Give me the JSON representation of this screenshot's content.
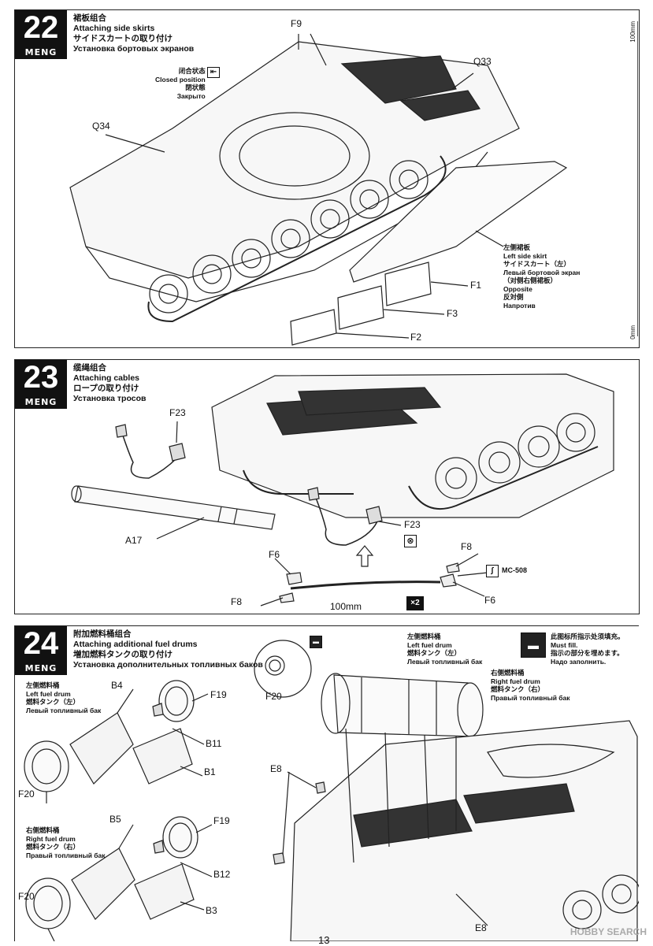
{
  "step22": {
    "number": "22",
    "brand": "MENG",
    "title_cn": "裙板组合",
    "title_en": "Attaching side skirts",
    "title_jp": "サイドスカートの取り付け",
    "title_ru": "Установка бортовых экранов",
    "closed_cn": "闭合状态",
    "closed_en": "Closed position",
    "closed_jp": "閉状態",
    "closed_ru": "Закрыто",
    "skirt_cn": "左侧裙板",
    "skirt_en": "Left side skirt",
    "skirt_jp": "サイドスカート（左）",
    "skirt_ru": "Левый бортовой экран",
    "opp_cn": "（对侧右侧裙板）",
    "opp_en": "Opposite",
    "opp_jp": "反対側",
    "opp_ru": "Напротив",
    "parts": {
      "f9": "F9",
      "q33": "Q33",
      "q34": "Q34",
      "f1": "F1",
      "f3": "F3",
      "f2": "F2"
    },
    "ruler_top": "100mm",
    "ruler_bottom": "0mm"
  },
  "step23": {
    "number": "23",
    "brand": "MENG",
    "title_cn": "缆绳组合",
    "title_en": "Attaching cables",
    "title_jp": "ロープの取り付け",
    "title_ru": "Установка тросов",
    "parts": {
      "f23a": "F23",
      "f23b": "F23",
      "a17": "A17",
      "f6a": "F6",
      "f6b": "F6",
      "f8a": "F8",
      "f8b": "F8"
    },
    "length": "100mm",
    "qty": "×2",
    "cable": "MC-508"
  },
  "step24": {
    "number": "24",
    "brand": "MENG",
    "title_cn": "附加燃料桶组合",
    "title_en": "Attaching additional fuel drums",
    "title_jp": "増加燃料タンクの取り付け",
    "title_ru": "Установка дополнительных топливных баков",
    "left_cn": "左侧燃料桶",
    "left_en": "Left fuel drum",
    "left_jp": "燃料タンク（左）",
    "left_ru": "Левый топливный бак",
    "right_cn": "右侧燃料桶",
    "right_en": "Right fuel drum",
    "right_jp": "燃料タンク（右）",
    "right_ru": "Правый топливный бак",
    "fill_cn": "此图标所指示处须填充。",
    "fill_en": "Must fill.",
    "fill_jp": "指示の部分を埋めます。",
    "fill_ru": "Надо заполнить.",
    "parts": {
      "b4": "B4",
      "f19a": "F19",
      "b11": "B11",
      "b1": "B1",
      "f20a": "F20",
      "f20b": "F20",
      "b5": "B5",
      "f19b": "F19",
      "b12": "B12",
      "b3": "B3",
      "f20c": "F20",
      "e8a": "E8",
      "e8b": "E8"
    }
  },
  "page_number": "13",
  "watermark": "HOBBY SEARCH"
}
